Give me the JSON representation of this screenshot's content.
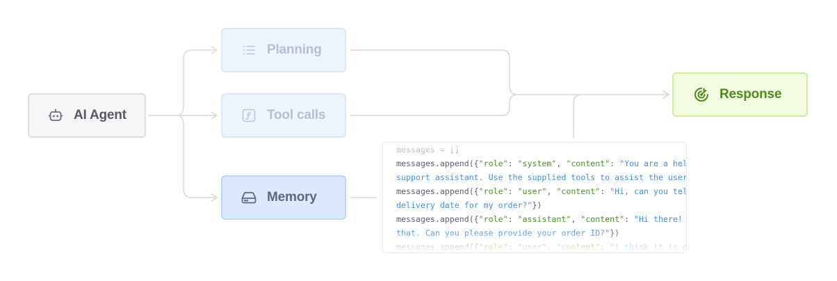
{
  "nodes": {
    "agent": {
      "label": "AI Agent",
      "icon": "robot-icon"
    },
    "planning": {
      "label": "Planning",
      "icon": "list-icon"
    },
    "tools": {
      "label": "Tool calls",
      "icon": "function-icon"
    },
    "memory": {
      "label": "Memory",
      "icon": "drive-icon"
    },
    "response": {
      "label": "Response",
      "icon": "target-icon"
    }
  },
  "code": {
    "lines": [
      [
        {
          "t": "messages = []",
          "c": "plain"
        }
      ],
      [
        {
          "t": "messages.append({",
          "c": "plain"
        },
        {
          "t": "\"role\"",
          "c": "key"
        },
        {
          "t": ": ",
          "c": "plain"
        },
        {
          "t": "\"system\"",
          "c": "key"
        },
        {
          "t": ", ",
          "c": "plain"
        },
        {
          "t": "\"content\"",
          "c": "key"
        },
        {
          "t": ": ",
          "c": "plain"
        },
        {
          "t": "\"You are a helpful",
          "c": "str"
        }
      ],
      [
        {
          "t": "support assistant. Use the supplied tools to assist the user.\"",
          "c": "str"
        },
        {
          "t": "})",
          "c": "plain"
        }
      ],
      [
        {
          "t": "messages.append({",
          "c": "plain"
        },
        {
          "t": "\"role\"",
          "c": "key"
        },
        {
          "t": ": ",
          "c": "plain"
        },
        {
          "t": "\"user\"",
          "c": "key"
        },
        {
          "t": ", ",
          "c": "plain"
        },
        {
          "t": "\"content\"",
          "c": "key"
        },
        {
          "t": ": ",
          "c": "plain"
        },
        {
          "t": "\"Hi, can you tell me",
          "c": "str"
        }
      ],
      [
        {
          "t": "delivery date for my order?\"",
          "c": "str"
        },
        {
          "t": "})",
          "c": "plain"
        }
      ],
      [
        {
          "t": "messages.append({",
          "c": "plain"
        },
        {
          "t": "\"role\"",
          "c": "key"
        },
        {
          "t": ": ",
          "c": "plain"
        },
        {
          "t": "\"assistant\"",
          "c": "key"
        },
        {
          "t": ", ",
          "c": "plain"
        },
        {
          "t": "\"content\"",
          "c": "key"
        },
        {
          "t": ": ",
          "c": "plain"
        },
        {
          "t": "\"Hi there! I ca",
          "c": "str"
        }
      ],
      [
        {
          "t": "that. Can you please provide your order ID?\"",
          "c": "str"
        },
        {
          "t": "})",
          "c": "plain"
        }
      ],
      [
        {
          "t": "messages.append({",
          "c": "plain"
        },
        {
          "t": "\"role\"",
          "c": "key"
        },
        {
          "t": ": ",
          "c": "plain"
        },
        {
          "t": "\"user\"",
          "c": "key"
        },
        {
          "t": ", ",
          "c": "plain"
        },
        {
          "t": "\"content\"",
          "c": "key"
        },
        {
          "t": ": ",
          "c": "plain"
        },
        {
          "t": "\"i think it is orde",
          "c": "str"
        }
      ]
    ]
  },
  "colors": {
    "wire": "#d9dadd",
    "response_accent": "#4d8c19",
    "memory_accent": "#5d6a7d",
    "code_key": "#3f9a1c",
    "code_string": "#3b8ff2"
  }
}
